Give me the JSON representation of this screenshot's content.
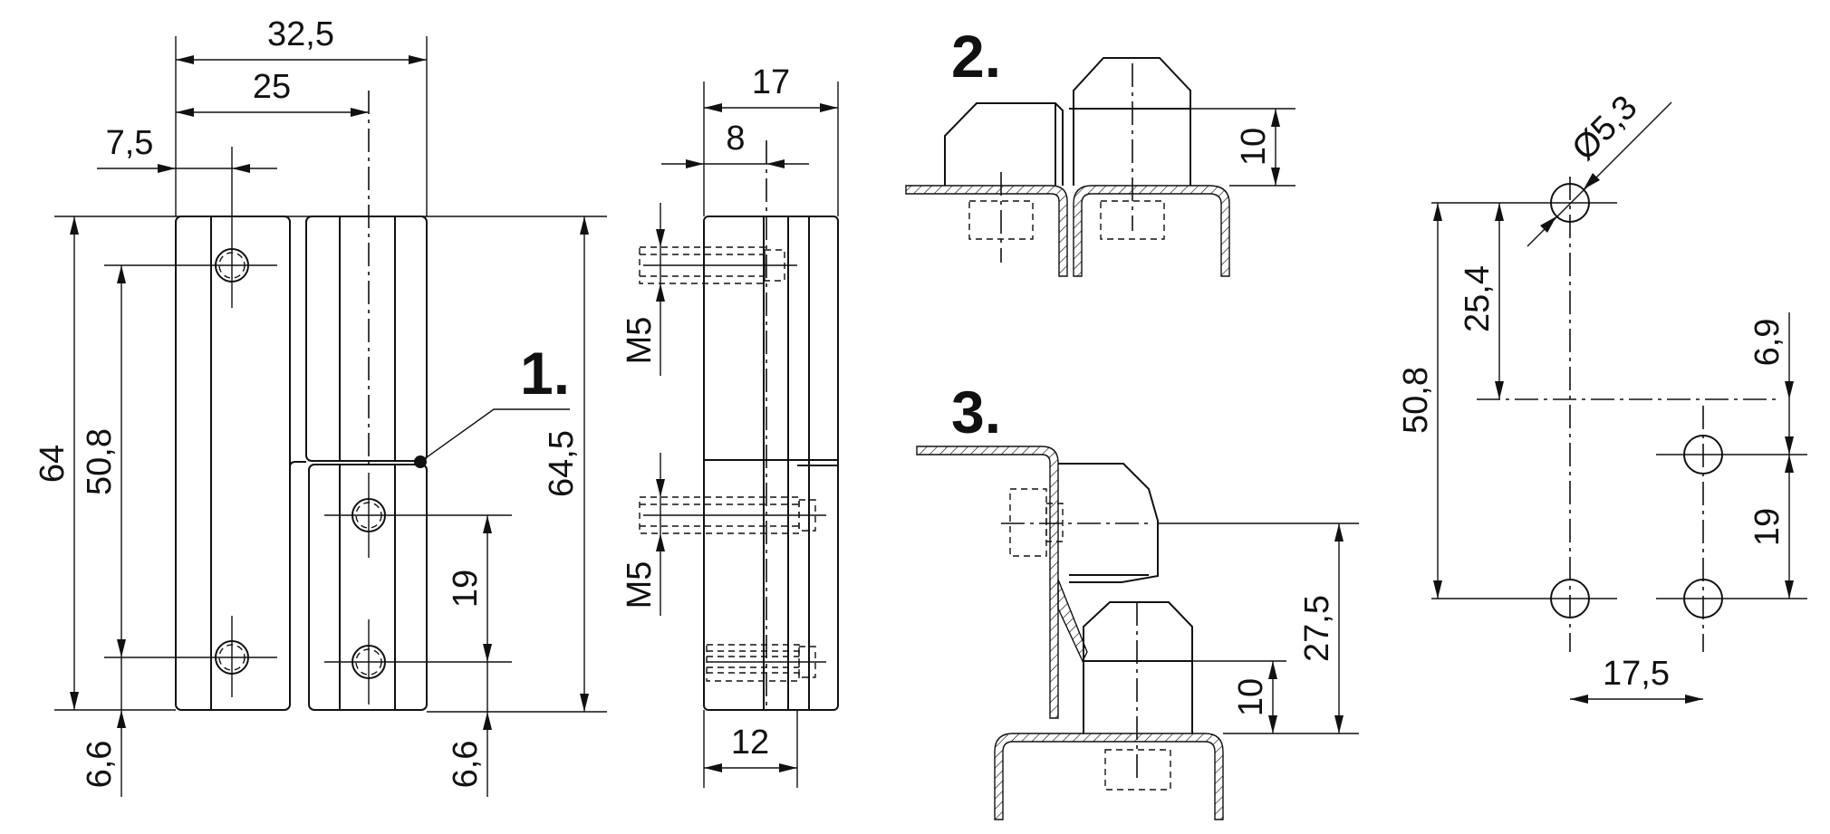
{
  "view1": {
    "label": "1.",
    "dims": {
      "width_total": "32,5",
      "width_25": "25",
      "offset_7_5": "7,5",
      "height_64": "64",
      "height_50_8": "50,8",
      "height_64_5": "64,5",
      "spacing_19": "19",
      "bottom_6_6_left": "6,6",
      "bottom_6_6_right": "6,6"
    }
  },
  "side_view": {
    "dims": {
      "width_17": "17",
      "offset_8": "8",
      "thread_top": "M5",
      "thread_bottom": "M5",
      "width_12": "12"
    }
  },
  "view2": {
    "label": "2.",
    "dims": {
      "height_10": "10"
    }
  },
  "view3": {
    "label": "3.",
    "dims": {
      "height_27_5": "27,5",
      "height_10": "10"
    }
  },
  "hole_pattern": {
    "dims": {
      "diameter": "Ø5,3",
      "height_25_4": "25,4",
      "height_50_8": "50,8",
      "offset_6_9": "6,9",
      "spacing_19": "19",
      "width_17_5": "17,5"
    }
  }
}
